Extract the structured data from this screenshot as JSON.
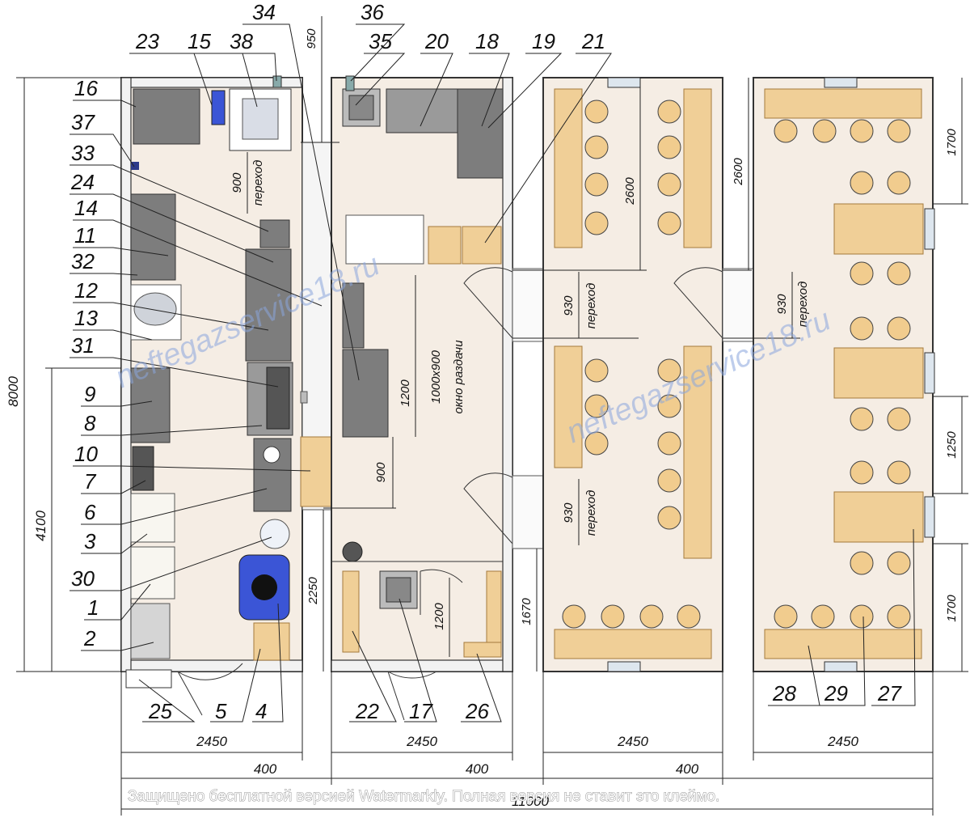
{
  "labels": {
    "n1": "1",
    "n2": "2",
    "n3": "3",
    "n4": "4",
    "n5": "5",
    "n6": "6",
    "n7": "7",
    "n8": "8",
    "n9": "9",
    "n10": "10",
    "n11": "11",
    "n12": "12",
    "n13": "13",
    "n14": "14",
    "n15": "15",
    "n16": "16",
    "n17": "17",
    "n18": "18",
    "n19": "19",
    "n20": "20",
    "n21": "21",
    "n22": "22",
    "n23": "23",
    "n24": "24",
    "n25": "25",
    "n26": "26",
    "n27": "27",
    "n28": "28",
    "n29": "29",
    "n30": "30",
    "n31": "31",
    "n32": "32",
    "n33": "33",
    "n34": "34",
    "n35": "35",
    "n36": "36",
    "n37": "37",
    "n38": "38"
  },
  "dimensions": {
    "total_height": "8000",
    "left_height": "4100",
    "top_950": "950",
    "d900_top": "900",
    "perehod": "переход",
    "d1200_mid": "1200",
    "window_size": "1000х900",
    "window_label": "окно раздачи",
    "d900_mid": "900",
    "d2250": "2250",
    "d1200_bot": "1200",
    "d1670": "1670",
    "d2600_a": "2600",
    "d2600_b": "2600",
    "d930": "930",
    "r1700_top": "1700",
    "r1250": "1250",
    "r1700_bot": "1700",
    "w2450": "2450",
    "gap400": "400",
    "total_width": "11000"
  },
  "watermark": {
    "site": "neftegazservice18.ru",
    "notice": "Защищено бесплатной версией Watermarkly. Полная версия не ставит это клеймо."
  },
  "colors": {
    "floor": "#f5ede4",
    "steel": "#7d7d7d",
    "wood": "#f0cf97",
    "accent_blue": "#3b55d6"
  }
}
